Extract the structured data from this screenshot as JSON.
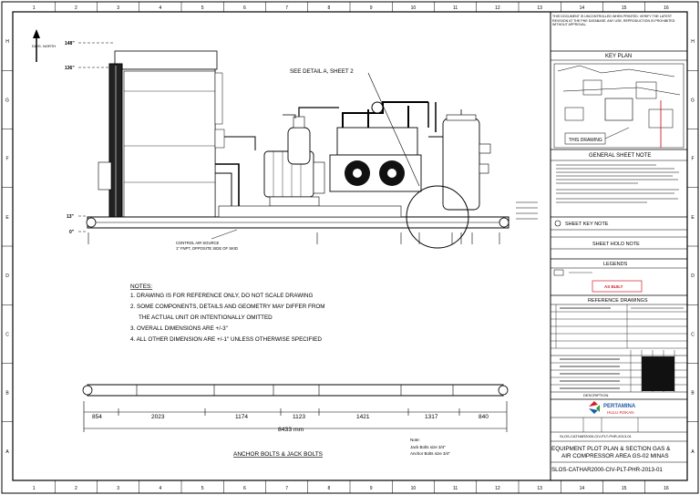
{
  "border": {
    "columns": [
      "1",
      "2",
      "3",
      "4",
      "5",
      "6",
      "7",
      "8",
      "9",
      "10",
      "11",
      "12",
      "13",
      "14",
      "15",
      "16"
    ],
    "rows": [
      "H",
      "G",
      "F",
      "E",
      "D",
      "C",
      "B",
      "A"
    ]
  },
  "drawing": {
    "north_label": "DWG. NORTH",
    "elevations": [
      "148\"",
      "136\"",
      "13\"",
      "0\""
    ],
    "callout": "SEE DETAIL A, SHEET 2",
    "control_air_label_1": "CONTROL AIR SOURCE",
    "control_air_label_2": "1\" FNPT, OPPOSITE SIDE OF SKID"
  },
  "notes": {
    "title": "NOTES:",
    "lines": [
      "1. DRAWING IS FOR REFERENCE ONLY, DO NOT SCALE DRAWING",
      "2. SOME COMPONENTS, DETAILS AND GEOMETRY MAY DIFFER FROM",
      "THE ACTUAL UNIT OR INTENTIONALLY OMITTED",
      "3. OVERALL DIMENSIONS ARE +/-3\"",
      "4. ALL OTHER DIMENSION ARE +/-1\" UNLESS OTHERWISE SPECIFIED"
    ]
  },
  "anchor_plan": {
    "segments": [
      "854",
      "2023",
      "1174",
      "1123",
      "1421",
      "1317",
      "840"
    ],
    "overall": "8433 mm",
    "title": "ANCHOR BOLTS & JACK BOLTS",
    "note_title": "Note:",
    "note_1": "Jack Bolts size 3/4\"",
    "note_2": "Anchor Bolts size 3/4\""
  },
  "title_block": {
    "confidential": "THIS DOCUMENT IS UNCONTROLLED WHEN PRINTED. VERIFY THE LATEST REVISION AT THE PHE DATABASE. ANY USE, REPRODUCTION IS PROHIBITED WITHOUT APPROVAL.",
    "key_plan": "KEY PLAN",
    "this_drawing": "THIS DRAWING",
    "general_sheet_note": "GENERAL SHEET NOTE",
    "sheet_key_note": "SHEET KEY NOTE",
    "sheet_hold_note": "SHEET HOLD NOTE",
    "legends": "LEGENDS",
    "as_built": "AS BUILT",
    "reference_drawings": "REFERENCE DRAWINGS",
    "description": "DESCRIPTION",
    "company_1": "PERTAMINA",
    "company_2": "HULU ROKAN",
    "doc_number_small": "SLOS-CATHAR2000-CIV-PLT-PHR-2013-01",
    "title_1": "EQUIPMENT PLOT PLAN & SECTION GAS &",
    "title_2": "AIR COMPRESSOR AREA GS-02 MINAS",
    "doc_number": "SLOS-CATHAR2000-CIV-PLT-PHR-2013-01"
  },
  "colors": {
    "ink": "#000000",
    "paper": "#ffffff",
    "brand_red": "#d0202a",
    "brand_blue": "#1f5aa6"
  }
}
